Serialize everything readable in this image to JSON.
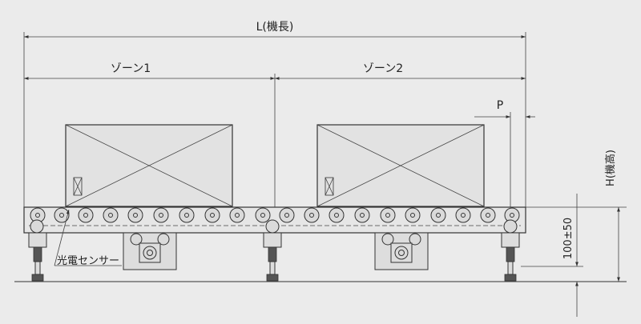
{
  "labels": {
    "total_length": "L(機長)",
    "zone1": "ゾーン1",
    "zone2": "ゾーン2",
    "pitch": "P",
    "height": "H(機高)",
    "adjust": "100±50",
    "sensor": "光電センサー"
  },
  "colors": {
    "background": "#ebebeb",
    "line": "#333333",
    "fill": "#e2e2e2"
  }
}
